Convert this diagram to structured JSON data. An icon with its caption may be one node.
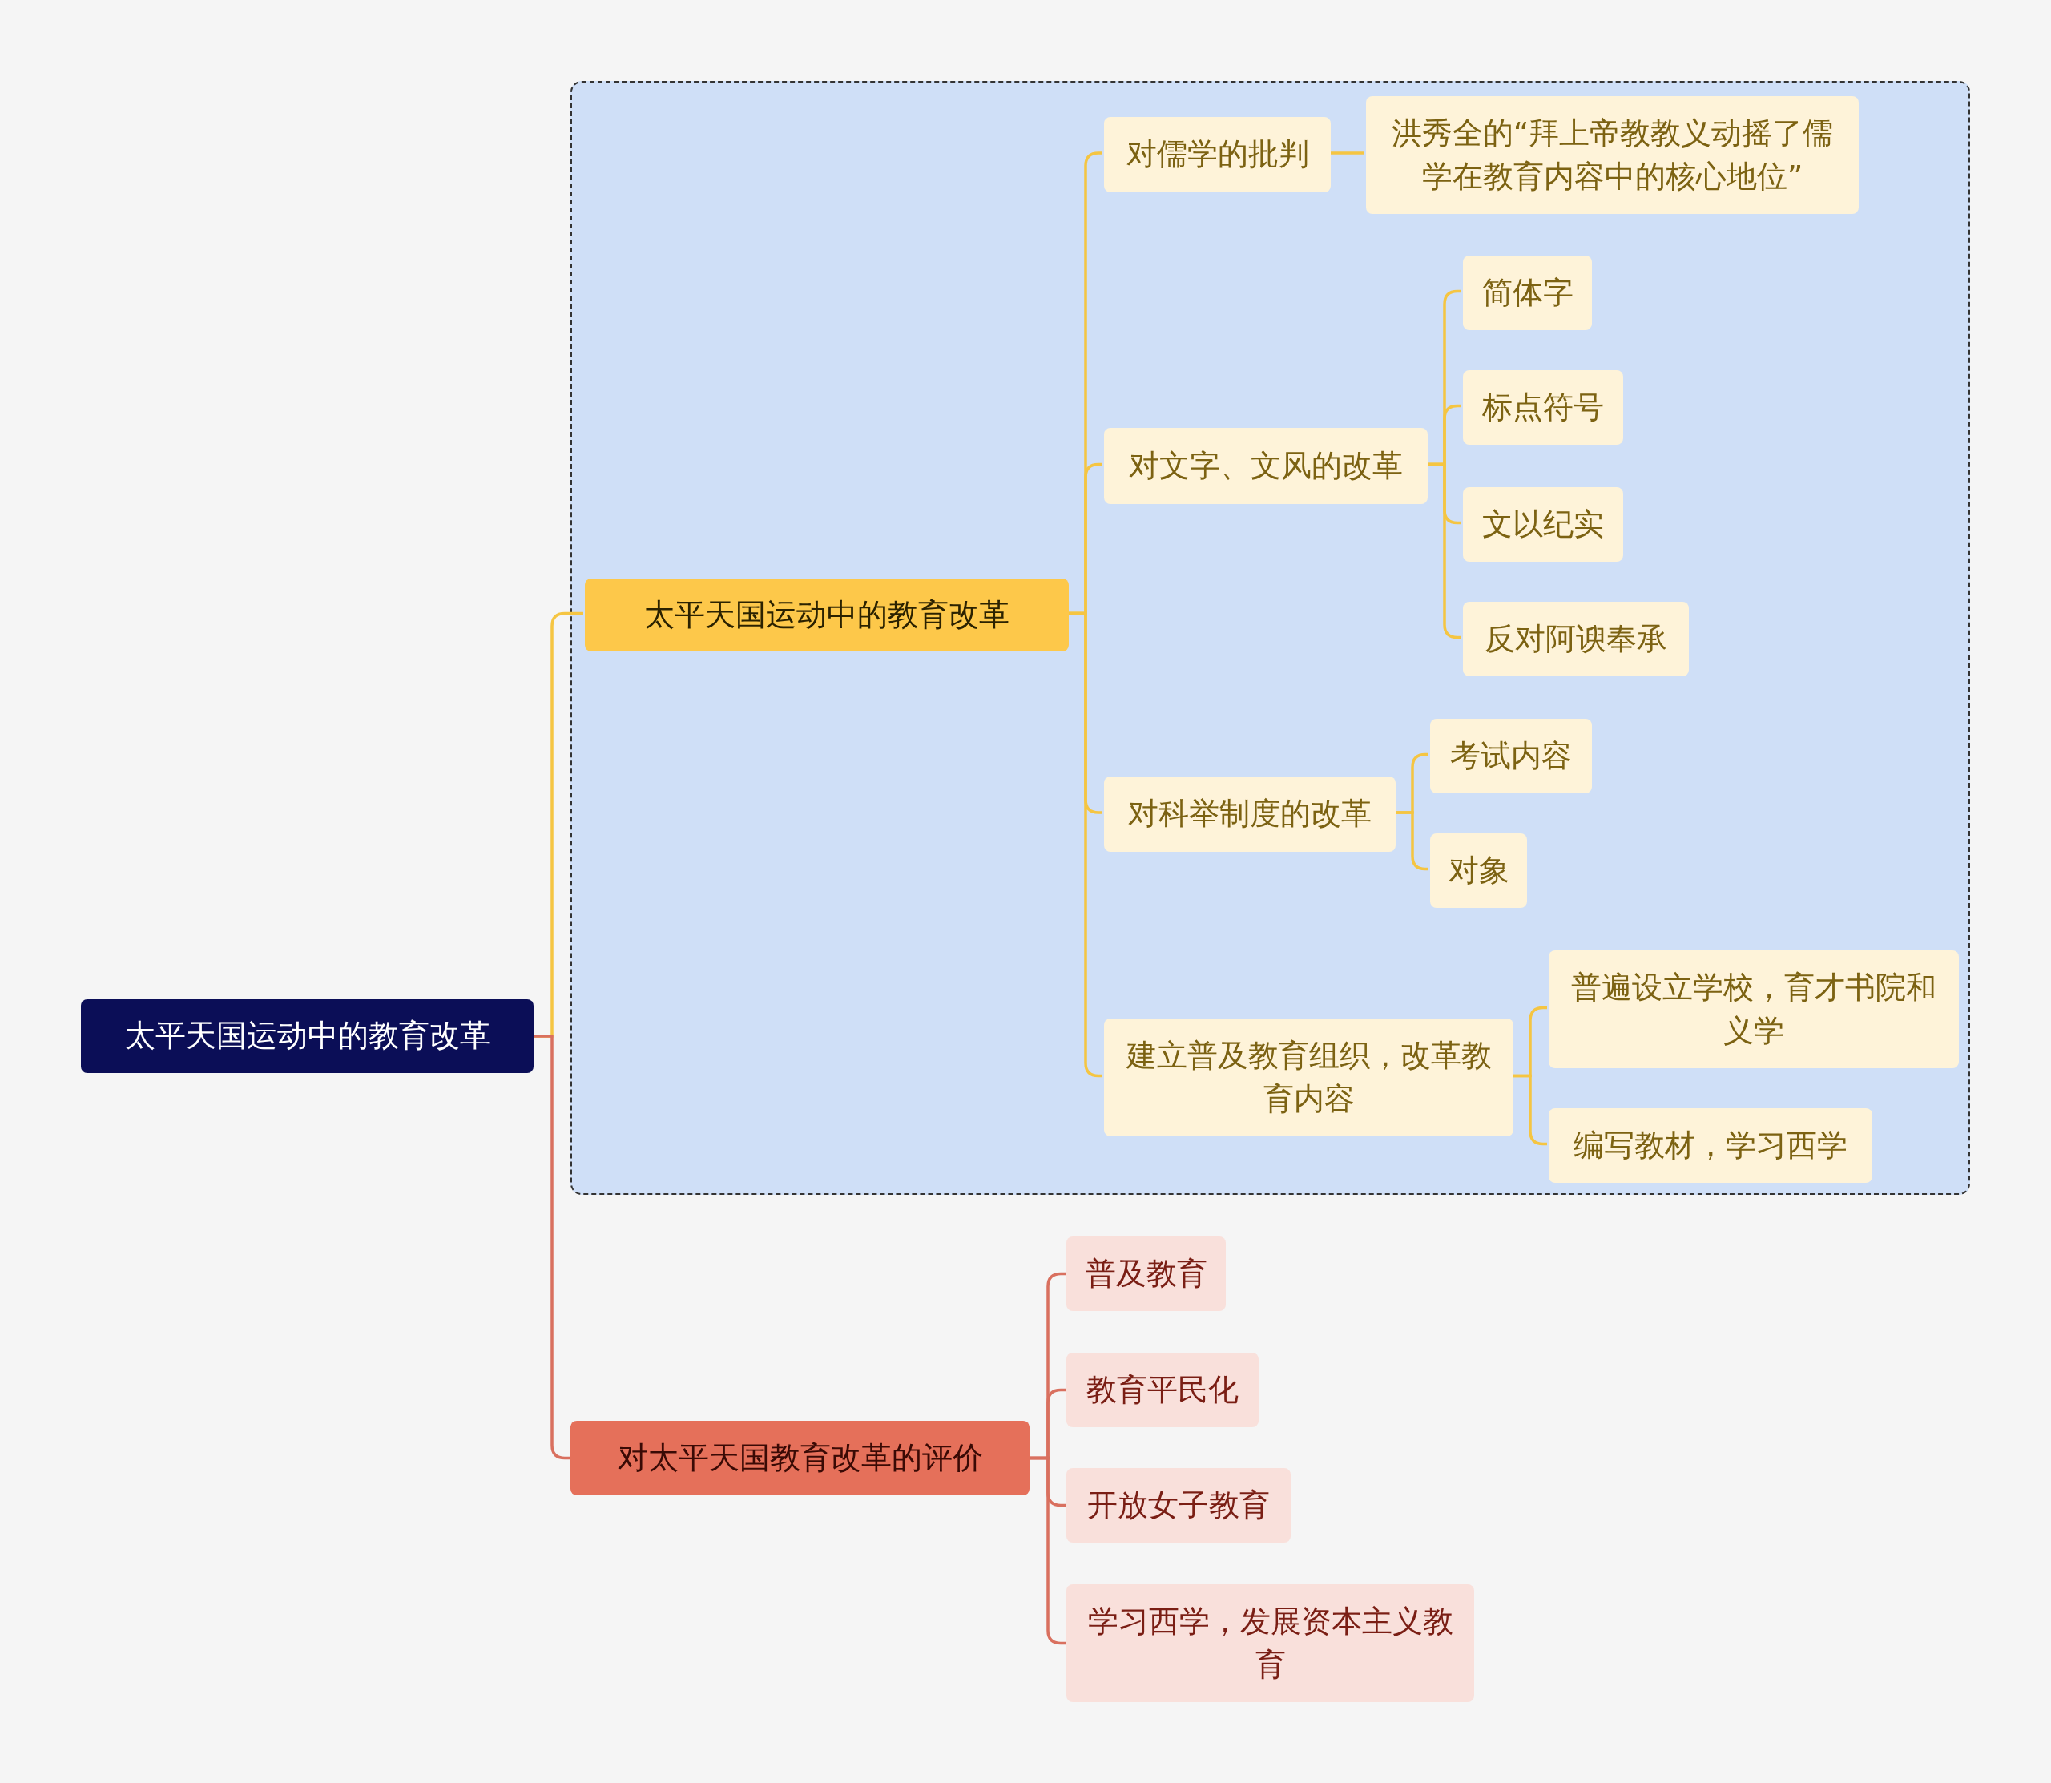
{
  "diagram": {
    "nodes": [
      {
        "text": [
          "太平天国运动中的教育改革"
        ]
      },
      {
        "text": [],
        "shape": "box"
      },
      {
        "text": [
          "太平天国运动中的教育改革"
        ],
        "in": 1
      },
      {
        "text": [
          "对儒学的批判"
        ],
        "in": 1
      },
      {
        "text": [
          "洪秀全的“拜上帝教教义动摇了儒学在教育内容中的核心地位”"
        ],
        "in": 1
      },
      {
        "text": [
          "对文字、文风的改革"
        ],
        "in": 1
      },
      {
        "text": [
          "简体字"
        ],
        "in": 1
      },
      {
        "text": [
          "标点符号"
        ],
        "in": 1
      },
      {
        "text": [
          "文以纪实"
        ],
        "in": 1
      },
      {
        "text": [
          "反对阿谀奉承"
        ],
        "in": 1
      },
      {
        "text": [
          "对科举制度的改革"
        ],
        "in": 1
      },
      {
        "text": [
          "考试内容"
        ],
        "in": 1
      },
      {
        "text": [
          "对象"
        ],
        "in": 1
      },
      {
        "text": [
          "建立普及教育组织，改革教育内容"
        ],
        "in": 1
      },
      {
        "text": [
          "普遍设立学校，育才书院和义学"
        ],
        "in": 1
      },
      {
        "text": [
          "编写教材，学习西学"
        ],
        "in": 1
      },
      {
        "text": [
          "对太平天国教育改革的评价"
        ]
      },
      {
        "text": [
          "普及教育"
        ]
      },
      {
        "text": [
          "教育平民化"
        ]
      },
      {
        "text": [
          "开放女子教育"
        ]
      },
      {
        "text": [
          "学习西学，发展资本主义教育"
        ]
      }
    ],
    "edges": [
      {
        "from": 0,
        "to": 2,
        "arrow": "none"
      },
      {
        "from": 2,
        "to": 3,
        "arrow": "none"
      },
      {
        "from": 3,
        "to": 4,
        "arrow": "none"
      },
      {
        "from": 2,
        "to": 5,
        "arrow": "none"
      },
      {
        "from": 5,
        "to": 6,
        "arrow": "none"
      },
      {
        "from": 5,
        "to": 7,
        "arrow": "none"
      },
      {
        "from": 5,
        "to": 8,
        "arrow": "none"
      },
      {
        "from": 5,
        "to": 9,
        "arrow": "none"
      },
      {
        "from": 2,
        "to": 10,
        "arrow": "none"
      },
      {
        "from": 10,
        "to": 11,
        "arrow": "none"
      },
      {
        "from": 10,
        "to": 12,
        "arrow": "none"
      },
      {
        "from": 2,
        "to": 13,
        "arrow": "none"
      },
      {
        "from": 13,
        "to": 14,
        "arrow": "none"
      },
      {
        "from": 13,
        "to": 15,
        "arrow": "none"
      },
      {
        "from": 0,
        "to": 16,
        "arrow": "none",
        "color": "#d9705f"
      },
      {
        "from": 16,
        "to": 17,
        "arrow": "none",
        "color": "#d9705f"
      },
      {
        "from": 16,
        "to": 18,
        "arrow": "none",
        "color": "#d9705f"
      },
      {
        "from": 16,
        "to": 19,
        "arrow": "none",
        "color": "#d9705f"
      },
      {
        "from": 16,
        "to": 20,
        "arrow": "none",
        "color": "#d9705f"
      }
    ]
  }
}
